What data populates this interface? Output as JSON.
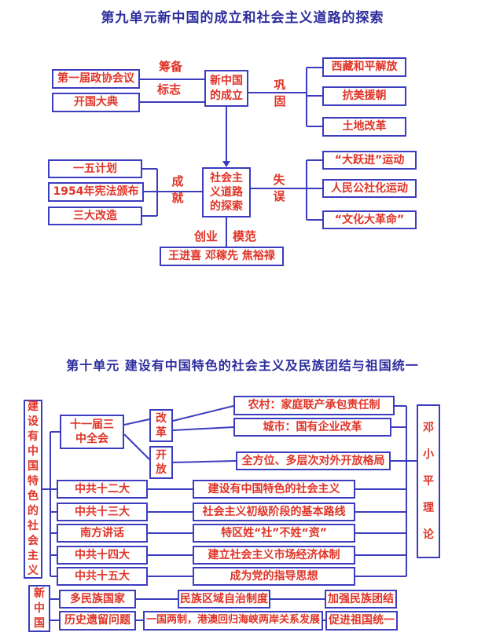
{
  "colors": {
    "title_color": "#2d2d9e",
    "line_color": "#3c3cbe",
    "text_color": "#e03428",
    "page_bg": "#ffffff"
  },
  "unit9": {
    "title": "第九单元新中国的成立和社会主义道路的探索",
    "first_cppcc": "第一届政协会议",
    "founding_ceremony": "开国大典",
    "label_preparation": "筹备",
    "label_symbol": "标志",
    "new_china_founding": "新中国\n的成立",
    "label_consolidate": "巩固",
    "tibet_liberation": "西藏和平解放",
    "resist_us_aid_korea": "抗美援朝",
    "land_reform": "土地改革",
    "first_five_year_plan": "一五计划",
    "constitution_1954": "1954年宪法颁布",
    "three_transformations": "三大改造",
    "label_achievements": "成就",
    "socialist_road_exploration": "社会主\n义道路\n的探索",
    "label_mistakes": "失误",
    "great_leap_forward": "“大跃进”运动",
    "peoples_commune": "人民公社化运动",
    "cultural_revolution": "“文化大革命”",
    "label_pioneering": "创业",
    "label_model": "模范",
    "model_workers": "王进喜 邓稼先 焦裕禄"
  },
  "unit10": {
    "title": "第十单元 建设有中国特色的社会主义及民族团结与祖国统一",
    "theme_socialism": "建设有中国特色的社会主义",
    "third_plenary_session": "十一届三\n中全会",
    "label_reform": "改革",
    "label_opening": "开放",
    "rural_reform": "农村：家庭联产承包责任制",
    "urban_reform": "城市：国有企业改革",
    "opening_pattern": "全方位、多层次对外开放格局",
    "cpc_12th": "中共十二大",
    "cpc_12th_outcome": "建设有中国特色的社会主义",
    "cpc_13th": "中共十三大",
    "cpc_13th_outcome": "社会主义初级阶段的基本路线",
    "southern_talks": "南方讲话",
    "southern_talks_outcome": "特区姓“社”不姓“资”",
    "cpc_14th": "中共十四大",
    "cpc_14th_outcome": "建立社会主义市场经济体制",
    "cpc_15th": "中共十五大",
    "cpc_15th_outcome": "成为党的指导思想",
    "deng_xiaoping_theory": "邓小平理论",
    "new_china": "新中国",
    "multiethnic_state": "多民族国家",
    "regional_autonomy": "民族区域自治制度",
    "strengthen_ethnic_unity": "加强民族团结",
    "historical_legacy_issues": "历史遗留问题",
    "one_country_two_systems": "一国两制，港澳回归海峡两岸关系发展",
    "promote_reunification": "促进祖国统一"
  }
}
